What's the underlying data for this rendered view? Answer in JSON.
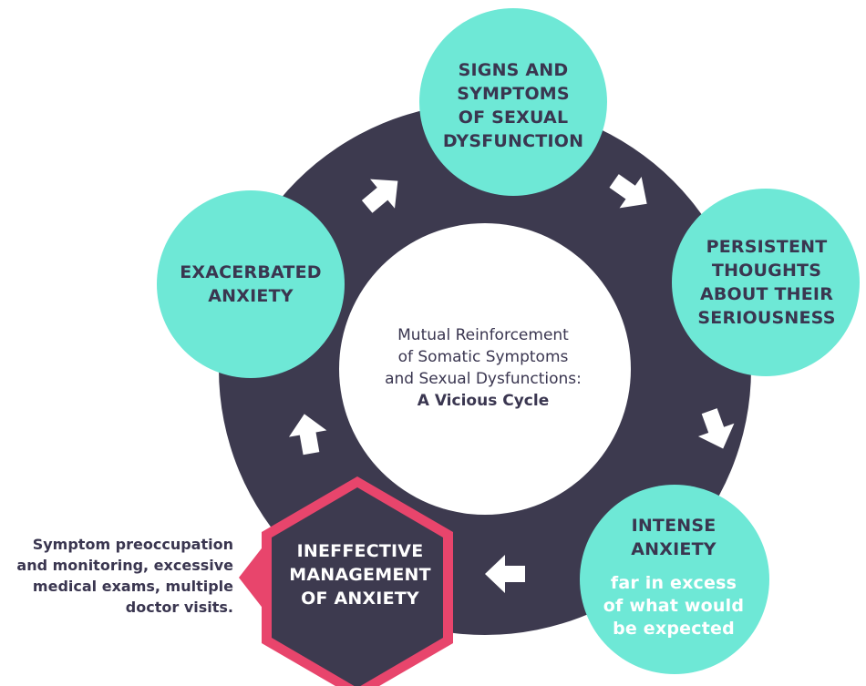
{
  "diagram": {
    "center": {
      "lines": [
        "Mutual Reinforcement",
        "of Somatic Symptoms",
        "and Sexual Dysfunctions:"
      ],
      "bold_line": "A Vicious Cycle"
    },
    "nodes": {
      "signs": [
        "SIGNS AND",
        "SYMPTOMS",
        "OF SEXUAL",
        "DYSFUNCTION"
      ],
      "persistent": [
        "PERSISTENT",
        "THOUGHTS",
        "ABOUT THEIR",
        "SERIOUSNESS"
      ],
      "intense": {
        "title": [
          "INTENSE",
          "ANXIETY"
        ],
        "subtitle": [
          "far in excess",
          "of what would",
          "be expected"
        ]
      },
      "ineffective": [
        "INEFFECTIVE",
        "MANAGEMENT",
        "OF ANXIETY"
      ],
      "exacerbated": [
        "EXACERBATED",
        "ANXIETY"
      ]
    },
    "callout": [
      "Symptom preoccupation",
      "and monitoring, excessive",
      "medical exams, multiple",
      "doctor visits."
    ],
    "colors": {
      "ring": "#3d3a4f",
      "node": "#6ee8d6",
      "highlight_border": "#e8456c",
      "highlight_fill": "#3d3a4f",
      "arrow": "#ffffff",
      "center": "#ffffff",
      "text": "#3a3650"
    }
  }
}
